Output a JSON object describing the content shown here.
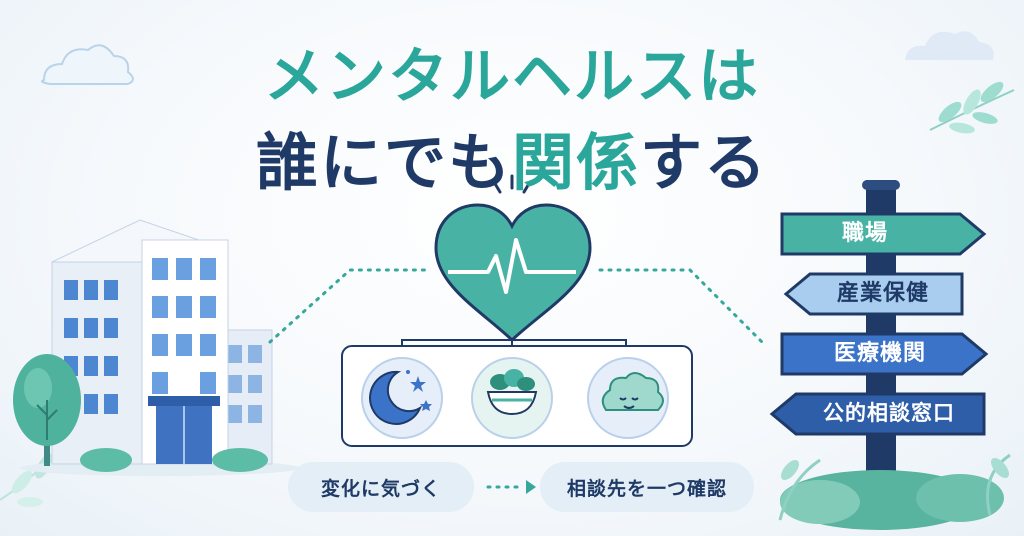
{
  "title": {
    "line1": "メンタルヘルスは",
    "line2_a": "誰にでも",
    "line2_accent": "関係",
    "line2_b": "する"
  },
  "signposts": [
    {
      "label": "職場"
    },
    {
      "label": "産業保健"
    },
    {
      "label": "医療機関"
    },
    {
      "label": "公的相談窓口"
    }
  ],
  "icons": [
    "moon-stars-icon",
    "salad-bowl-icon",
    "calm-cloud-icon",
    "heartbeat-icon"
  ],
  "steps": {
    "first": "変化に気づく",
    "second": "相談先を一つ確認"
  },
  "colors": {
    "teal": "#2aa79a",
    "navy": "#1f3a66",
    "blue": "#3a73c8",
    "light_blue": "#a9cdee"
  }
}
